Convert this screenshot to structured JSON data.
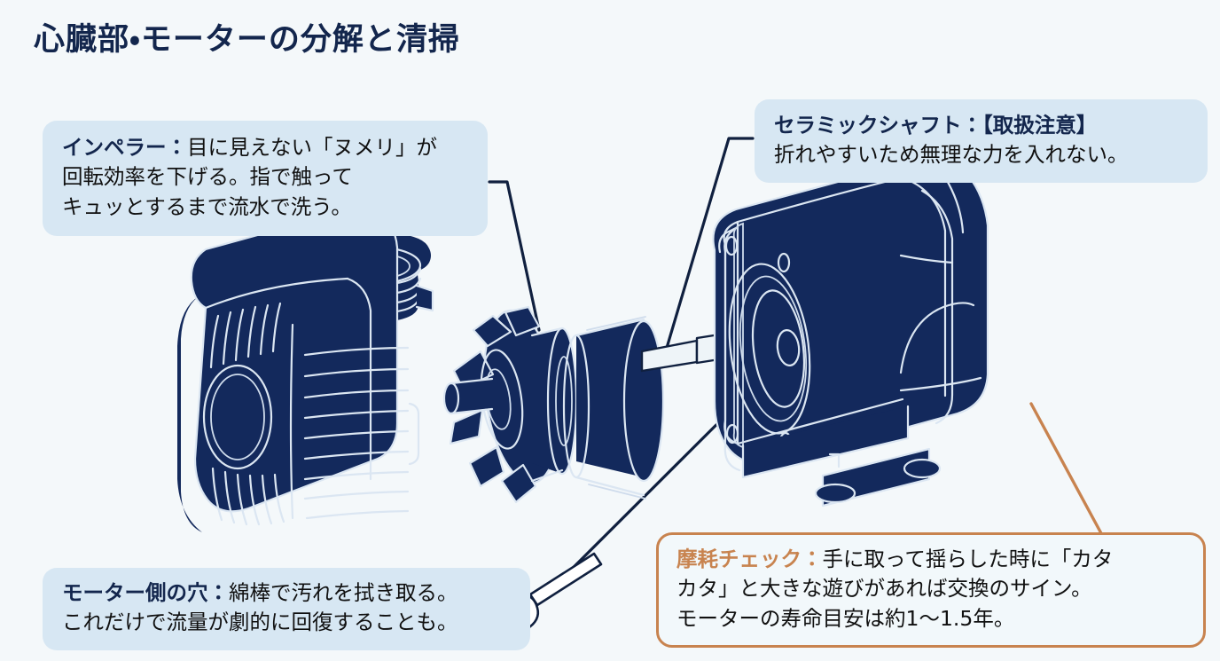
{
  "page": {
    "title": "心臓部・モーターの分解と清掃",
    "background_color": "#f4f8fa",
    "navy_color": "#13295c",
    "callout_fill": "#d7e7f3",
    "accent_orange": "#c8834f",
    "title_color": "#13264d"
  },
  "callouts": [
    {
      "id": "impeller",
      "lead_label": "インペラー",
      "separator": "：",
      "lines": [
        "目に見えない「ヌメリ」が",
        "回転効率を下げる。指で触って",
        "キュッとするまで流水で洗う。"
      ],
      "style": "blue"
    },
    {
      "id": "ceramic-shaft",
      "lead_label": "セラミックシャフト",
      "separator": "：",
      "lines": [
        "【取扱注意】",
        "折れやすいため無理な力を入れない。"
      ],
      "style": "blue"
    },
    {
      "id": "motor-hole",
      "lead_label": "モーター側の穴",
      "separator": "：",
      "lines": [
        "綿棒で汚れを拭き取る。",
        "これだけで流量が劇的に回復することも。"
      ],
      "style": "blue"
    },
    {
      "id": "wear-check",
      "lead_label": "摩耗チェック",
      "separator": "：",
      "lines": [
        "手に取って揺らした時に「カタ",
        "カタ」と大きな遊びがあれば交換のサイン。",
        "モーターの寿命目安は約1〜1.5年。"
      ],
      "style": "orange"
    }
  ],
  "illustration": {
    "parts": [
      {
        "name": "pump-housing",
        "label": "ポンプ本体（吸込ケース）"
      },
      {
        "name": "impeller",
        "label": "インペラー"
      },
      {
        "name": "rotor-magnet",
        "label": "ローター（マグネット）"
      },
      {
        "name": "ceramic-shaft",
        "label": "セラミックシャフト"
      },
      {
        "name": "motor-block",
        "label": "モーター本体"
      },
      {
        "name": "cotton-swab",
        "label": "綿棒"
      }
    ]
  }
}
